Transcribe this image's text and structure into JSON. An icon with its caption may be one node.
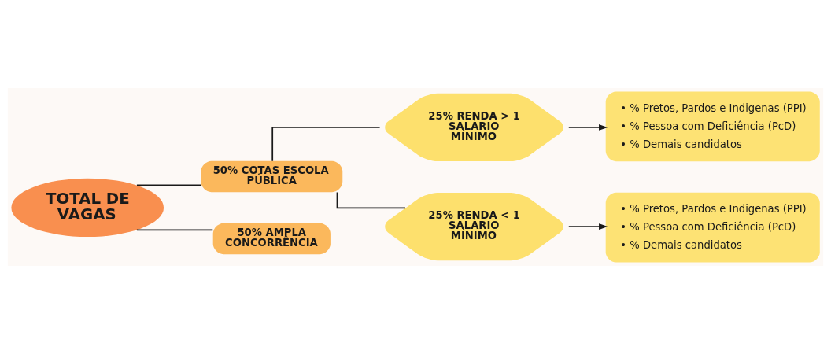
{
  "diagram": {
    "nodes": [
      {
        "text": [
          "TOTAL DE VAGAS"
        ]
      },
      {
        "text": [
          "50% COTAS ESCOLA PÚBLICA"
        ]
      },
      {
        "text": [
          "50% AMPLA CONCORRÊNCIA"
        ]
      },
      {
        "text": [
          "25% RENDA > 1 SALÁRIO MÍNIMO"
        ]
      },
      {
        "text": [
          "25% RENDA < 1 SALÁRIO MÍNIMO"
        ]
      },
      {
        "text": [
          "• % Pretos, Pardos e Indigenas (PPI)",
          "• % Pessoa com Deficiência (PcD)",
          "• % Demais candidatos"
        ]
      },
      {
        "text": [
          "• % Pretos, Pardos e Indigenas (PPI)",
          "• % Pessoa com Deficiência (PcD)",
          "• % Demais candidatos"
        ]
      }
    ],
    "edges": [
      {
        "from": 0,
        "to": 1,
        "arrow": "none"
      },
      {
        "from": 0,
        "to": 2,
        "arrow": "none"
      },
      {
        "from": 1,
        "to": 3,
        "arrow": "none"
      },
      {
        "from": 1,
        "to": 4,
        "arrow": "none"
      },
      {
        "from": 3,
        "to": 5,
        "arrow": "to"
      },
      {
        "from": 4,
        "to": 6,
        "arrow": "to"
      }
    ]
  }
}
